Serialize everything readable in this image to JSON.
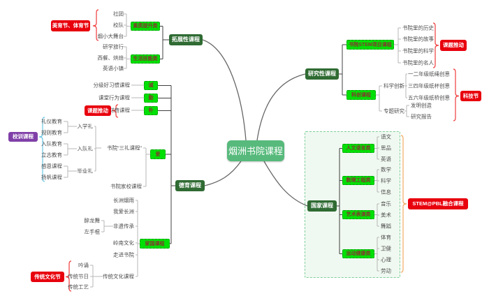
{
  "center": {
    "label": "烟洲书院课程"
  },
  "colors": {
    "main_green": "#57ba7c",
    "branch_green": "#2f6b33",
    "highlight_green": "#00e005",
    "callout_red": "#e8000d",
    "callout_purple": "#8040a8",
    "brace_cyan": "#6cc7e6",
    "brace_orange": "#f2aa63"
  },
  "branch_expand": {
    "label": "拓展性课程",
    "quality": {
      "label": "素质提升类",
      "items": [
        "社团",
        "校队",
        "烟小大舞台"
      ]
    },
    "life": {
      "label": "生活技能类",
      "items": [
        "研学旅行",
        "西餐、烘焙",
        "英语小镇"
      ]
    },
    "callout": "美育节、体育节"
  },
  "branch_research": {
    "label": "研究性课程",
    "stem_project": {
      "label": "书院STEM项目课程",
      "items": [
        "书院里的历史",
        "书院里的故事",
        "书院里的科学",
        "书院里的名人"
      ],
      "callout": "课题推动"
    },
    "innovation": {
      "label": "科创课程",
      "science": {
        "label": "科学创新",
        "items": [
          "一二年级纸绳创意",
          "三四年级纸杯创意",
          "五六年级纸桥创意"
        ]
      },
      "special": {
        "label": "专题研究",
        "items": [
          "发明创造",
          "研究报告"
        ]
      },
      "callout": "科技节"
    }
  },
  "branch_moral": {
    "label": "德育课程",
    "cheng": {
      "label": "诚",
      "item": "分级好习惯课程"
    },
    "qin": {
      "label": "勤",
      "item": "课堂行为课程"
    },
    "pu": {
      "label": "朴",
      "item": "财商课程",
      "callout": "课题推动"
    },
    "ai": {
      "label": "爱",
      "sanli": {
        "label": "书院“三礼课程”",
        "ruxue": {
          "label": "入学礼",
          "items": [
            "礼仪教育",
            "规则教育"
          ]
        },
        "rudui": {
          "label": "入队礼",
          "items": [
            "入队教育",
            "立志教育"
          ]
        },
        "biye": {
          "label": "毕业礼",
          "items": [
            "感恩课程",
            "扬帆课程"
          ]
        },
        "callout": "校训课程"
      },
      "jiaxiao": {
        "label": "书院家校课程"
      }
    },
    "jiaguo": {
      "label": "家国课程",
      "items": [
        "长洲烟雨",
        "我爱长洲"
      ],
      "feiyi": {
        "label": "非遗传承",
        "items": [
          "醉龙舞",
          "左手棍"
        ]
      },
      "items2": [
        "岭南文化",
        "走进书院"
      ],
      "tradition": {
        "label": "传统文化课程",
        "items": [
          "吟诵",
          "传统节日",
          "传统工艺"
        ],
        "callout": "传统文化节"
      }
    }
  },
  "branch_national": {
    "label": "国家课程",
    "humanities": {
      "label": "人文语言类",
      "items": [
        "语文",
        "思品",
        "英语"
      ]
    },
    "stem": {
      "label": "数理工程类",
      "items": [
        "数学",
        "科学",
        "信息"
      ]
    },
    "arts": {
      "label": "艺术表演类",
      "items": [
        "音乐",
        "美术",
        "舞蹈"
      ]
    },
    "health": {
      "label": "运动健康类",
      "items": [
        "体育",
        "卫健",
        "心理",
        "劳动"
      ]
    },
    "callout": "STEM@PBL融合课程"
  }
}
